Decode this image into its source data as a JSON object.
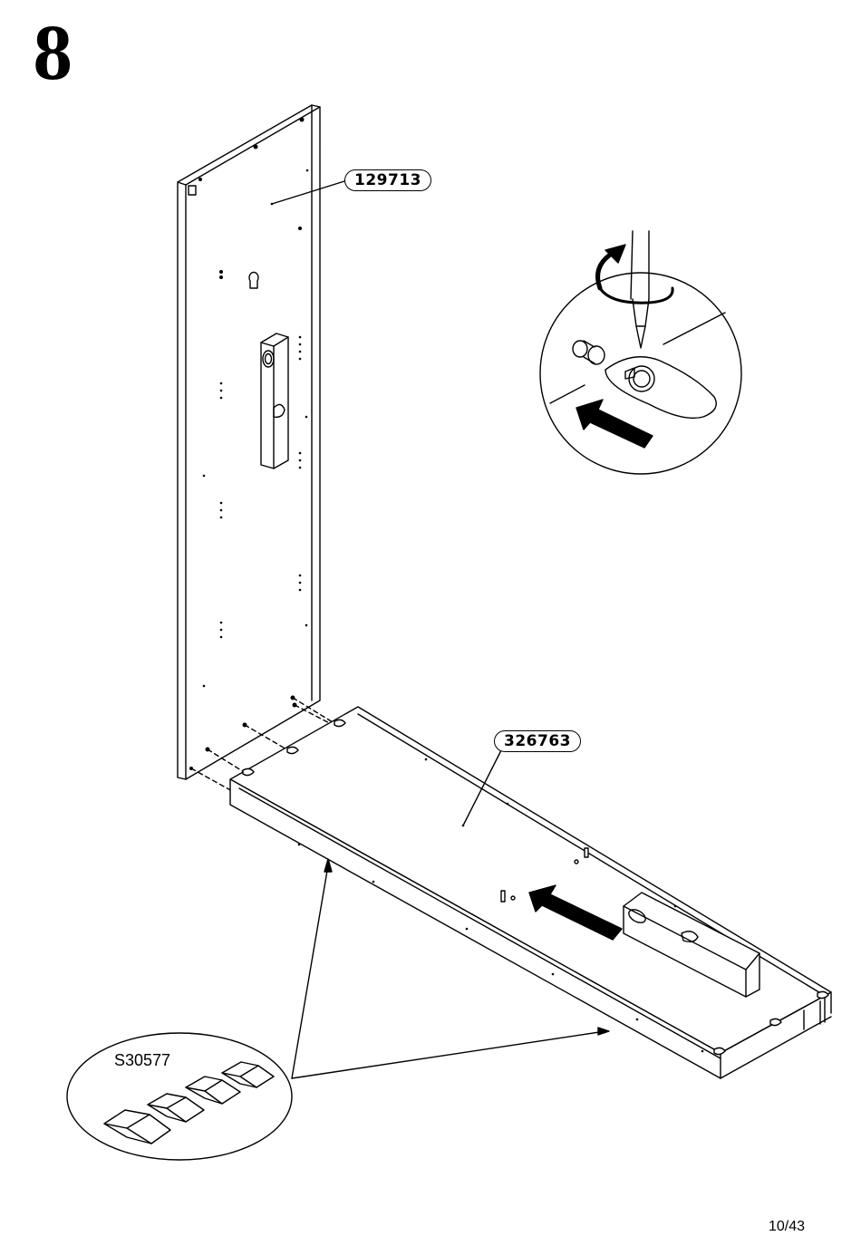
{
  "step": {
    "number": "8"
  },
  "parts": {
    "side_panel": {
      "code": "129713"
    },
    "bottom_panel": {
      "code": "326763"
    }
  },
  "hardware": {
    "code": "S30577"
  },
  "footer": {
    "page": "10/43"
  },
  "icons": [
    "screwdriver-icon",
    "rotation-arrow-icon",
    "push-arrow-icon",
    "cam-lock-icon",
    "spirit-level-icon",
    "wedge-icon"
  ]
}
